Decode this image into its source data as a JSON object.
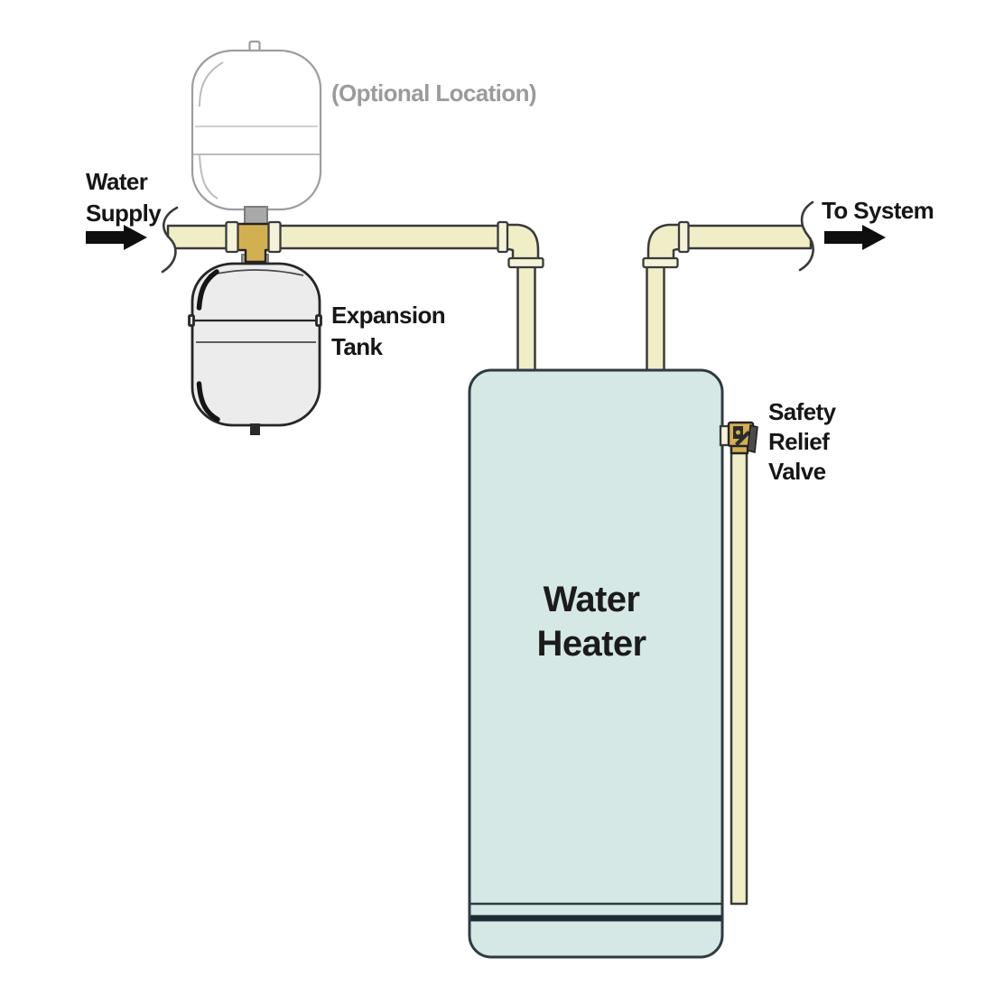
{
  "labels": {
    "water_supply": "Water\nSupply",
    "optional_location": "(Optional Location)",
    "expansion_tank": "Expansion\nTank",
    "water_heater": "Water\nHeater",
    "to_system": "To System",
    "safety_relief_valve": "Safety\nRelief\nValve"
  },
  "colors": {
    "pipe": "#efeec6",
    "pipe_light": "#f4f2d8",
    "pipe_outline": "#3a3a3a",
    "brass": "#d2b052",
    "heater_fill": "#d5e8e5",
    "heater_outline": "#2e3b40",
    "tank_fill": "#ececec",
    "tank_outline": "#262626",
    "ghost_outline": "#9d9d9d",
    "gray_connector": "#a9a9a9",
    "label_dark": "#161616",
    "label_gray": "#9b9b9b",
    "arrow_black": "#0e0e0e"
  }
}
